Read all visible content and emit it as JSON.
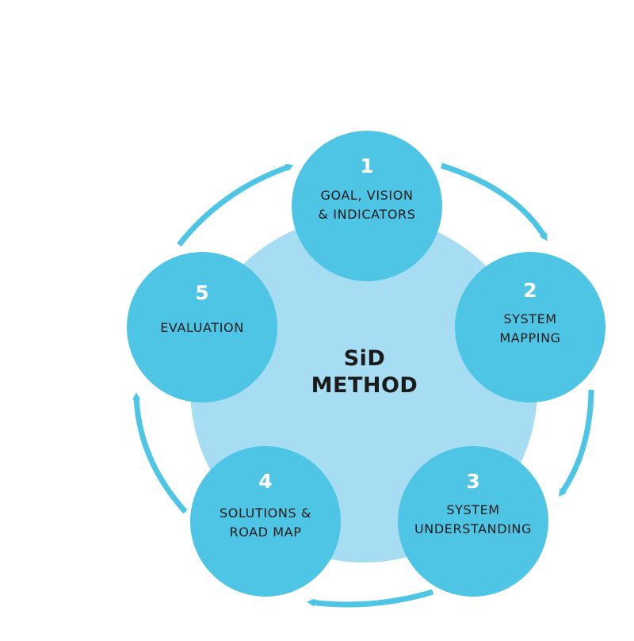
{
  "center": {
    "line1": "SiD",
    "line2": "METHOD"
  },
  "steps": [
    {
      "number": "1",
      "lines": [
        "GOAL, VISION",
        "& INDICATORS"
      ]
    },
    {
      "number": "2",
      "lines": [
        "SYSTEM",
        "MAPPING"
      ]
    },
    {
      "number": "3",
      "lines": [
        "SYSTEM",
        "UNDERSTANDING"
      ]
    },
    {
      "number": "4",
      "lines": [
        "SOLUTIONS &",
        "ROAD MAP"
      ]
    },
    {
      "number": "5",
      "lines": [
        "EVALUATION"
      ]
    }
  ],
  "colors": {
    "step_fill": "#4fc5e6",
    "center_fill": "#a7ddf2",
    "arrow": "#4fc5e6",
    "number": "#ffffff",
    "text": "#1a1a1a"
  }
}
